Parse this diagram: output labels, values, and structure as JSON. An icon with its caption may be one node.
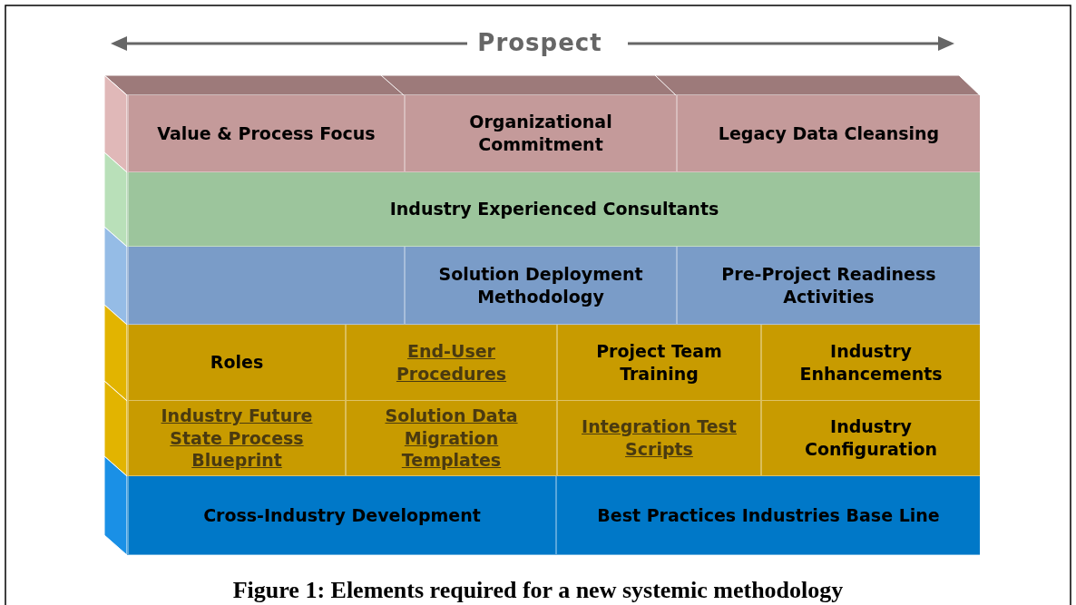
{
  "diagram": {
    "caption": "Figure 1:  Elements required for a new systemic methodology",
    "nodes": [
      {
        "text": [
          "Value & Process Focus"
        ]
      },
      {
        "text": [
          "Organizational Commitment"
        ]
      },
      {
        "text": [
          "Legacy Data Cleansing"
        ]
      },
      {
        "text": [
          "Industry Experienced Consultants"
        ]
      },
      {
        "text": [],
        "shape": "box"
      },
      {
        "text": [
          "Solution Deployment Methodology"
        ]
      },
      {
        "text": [
          "Pre-Project Readiness Activities"
        ]
      },
      {
        "text": [
          "Roles"
        ]
      },
      {
        "text": [
          "End-User Procedures"
        ]
      },
      {
        "text": [
          "Project Team Training"
        ]
      },
      {
        "text": [
          "Industry Enhancements"
        ]
      },
      {
        "text": [
          "Industry Future State Process Blueprint"
        ]
      },
      {
        "text": [
          "Solution Data Migration Templates"
        ]
      },
      {
        "text": [
          "Integration Test Scripts"
        ]
      },
      {
        "text": [
          "Industry Configuration"
        ]
      },
      {
        "text": [
          "Cross-Industry Development"
        ]
      },
      {
        "text": [
          "Best Practices Industries Base Line"
        ]
      }
    ],
    "edges": [],
    "labels": [
      "Prospect"
    ]
  }
}
